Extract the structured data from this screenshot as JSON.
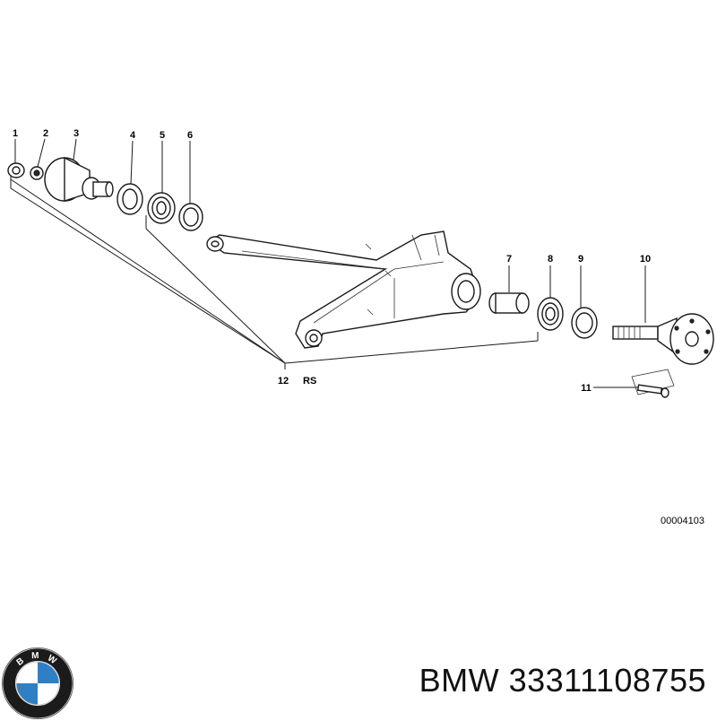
{
  "diagram": {
    "callouts": [
      {
        "id": "1",
        "label": "1"
      },
      {
        "id": "2",
        "label": "2"
      },
      {
        "id": "3",
        "label": "3"
      },
      {
        "id": "4",
        "label": "4"
      },
      {
        "id": "5",
        "label": "5"
      },
      {
        "id": "6",
        "label": "6"
      },
      {
        "id": "7",
        "label": "7"
      },
      {
        "id": "8",
        "label": "8"
      },
      {
        "id": "9",
        "label": "9"
      },
      {
        "id": "10",
        "label": "10"
      },
      {
        "id": "11",
        "label": "11"
      },
      {
        "id": "12",
        "label": "12"
      }
    ],
    "side_label": "RS",
    "reference_code": "00004103"
  },
  "brand": {
    "name": "BMW",
    "part_number": "33311108755",
    "logo_text": "B M W",
    "logo_colors": {
      "ring": "#1b1b1b",
      "blue": "#2f7fc4",
      "white": "#ffffff"
    }
  }
}
